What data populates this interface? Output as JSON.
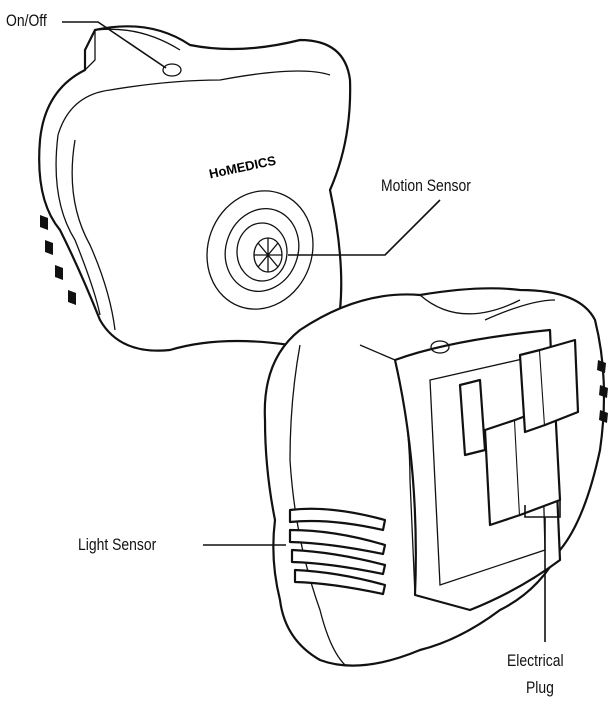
{
  "labels": {
    "on_off": "On/Off",
    "motion_sensor": "Motion Sensor",
    "light_sensor": "Light Sensor",
    "electrical_plug_line1": "Electrical",
    "electrical_plug_line2": "Plug"
  },
  "logo": "HoMEDICS"
}
